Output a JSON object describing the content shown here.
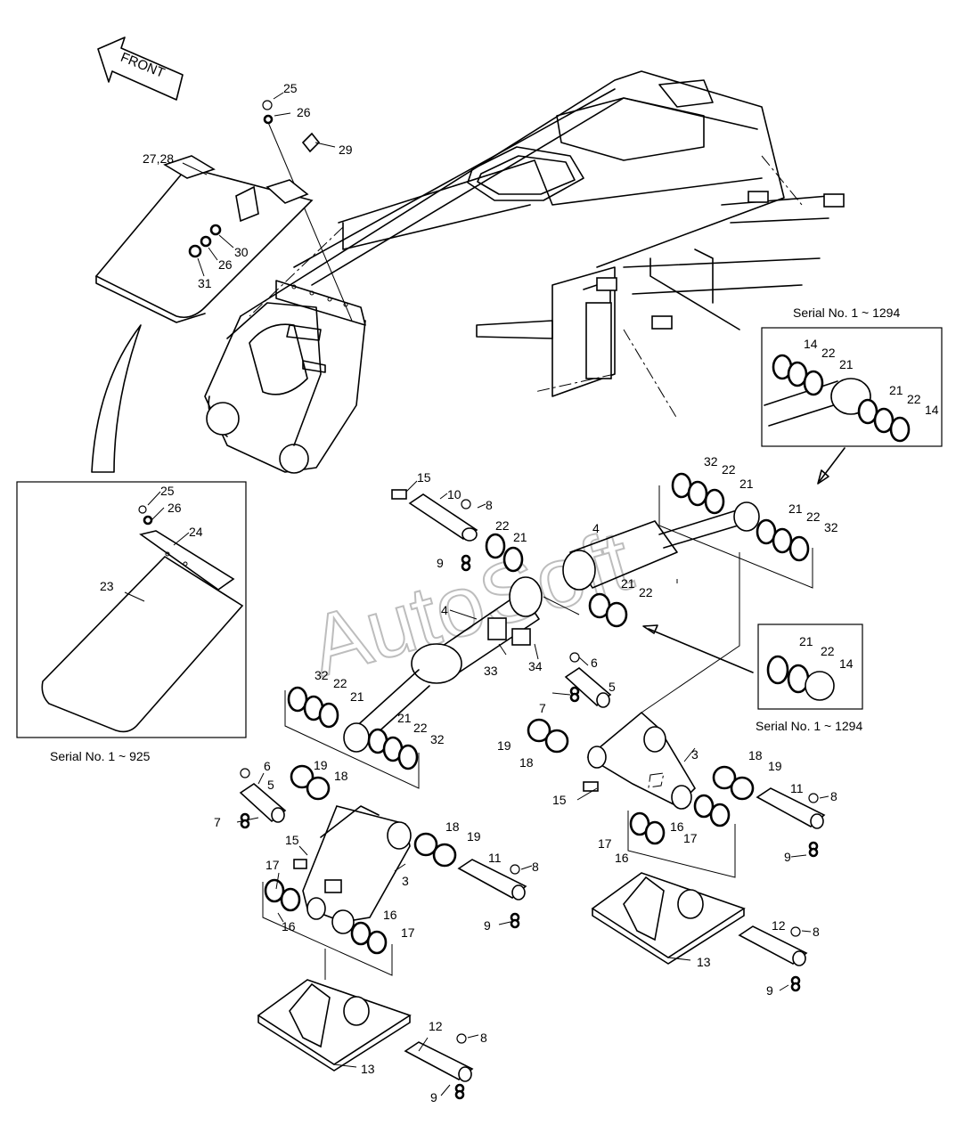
{
  "diagram": {
    "front_label": "FRONT",
    "watermark": "AutoSoft",
    "captions": {
      "inset_left": "Serial No. 1 ~ 925",
      "inset_top_right": "Serial No. 1 ~ 1294",
      "inset_mid_right": "Serial No. 1 ~ 1294"
    },
    "callouts": {
      "c25a": "25",
      "c26a": "26",
      "c29": "29",
      "c2728": "27,28",
      "c30": "30",
      "c26b": "26",
      "c31": "31",
      "c25b": "25",
      "c26c": "26",
      "c24": "24",
      "c23": "23",
      "tr14a": "14",
      "tr22a": "22",
      "tr21a": "21",
      "tr21b": "21",
      "tr22b": "22",
      "tr14b": "14",
      "u32a": "32",
      "u22a": "22",
      "u21a": "21",
      "u21b": "21",
      "u22b": "22",
      "u32b": "32",
      "u15": "15",
      "u10": "10",
      "u8": "8",
      "u9": "9",
      "u22c": "22",
      "u21c": "21",
      "u4a": "4",
      "u21d": "21",
      "u22d": "22",
      "u4b": "4",
      "u33": "33",
      "u34": "34",
      "mr21": "21",
      "mr22": "22",
      "mr14": "14",
      "l32": "32",
      "l22a": "22",
      "l21a": "21",
      "l21b": "21",
      "l22b": "22",
      "l32b": "32",
      "l6": "6",
      "l5": "5",
      "l7": "7",
      "l19a": "19",
      "l18a": "18",
      "l15": "15",
      "l3": "3",
      "l18b": "18",
      "l19b": "19",
      "l11": "11",
      "l8": "8",
      "l9": "9",
      "l17a": "17",
      "l16a": "16",
      "l16b": "16",
      "l17b": "17",
      "l12": "12",
      "l8b": "8",
      "l13": "13",
      "l9b": "9",
      "r6": "6",
      "r5": "5",
      "r7": "7",
      "r19a": "19",
      "r18a": "18",
      "r3": "3",
      "r15": "15",
      "r18b": "18",
      "r19b": "19",
      "r11": "11",
      "r8": "8",
      "r16a": "16",
      "r17a": "17",
      "r17b": "17",
      "r16b": "16",
      "r9": "9",
      "r12": "12",
      "r8b": "8",
      "r13": "13",
      "r9b": "9"
    }
  }
}
